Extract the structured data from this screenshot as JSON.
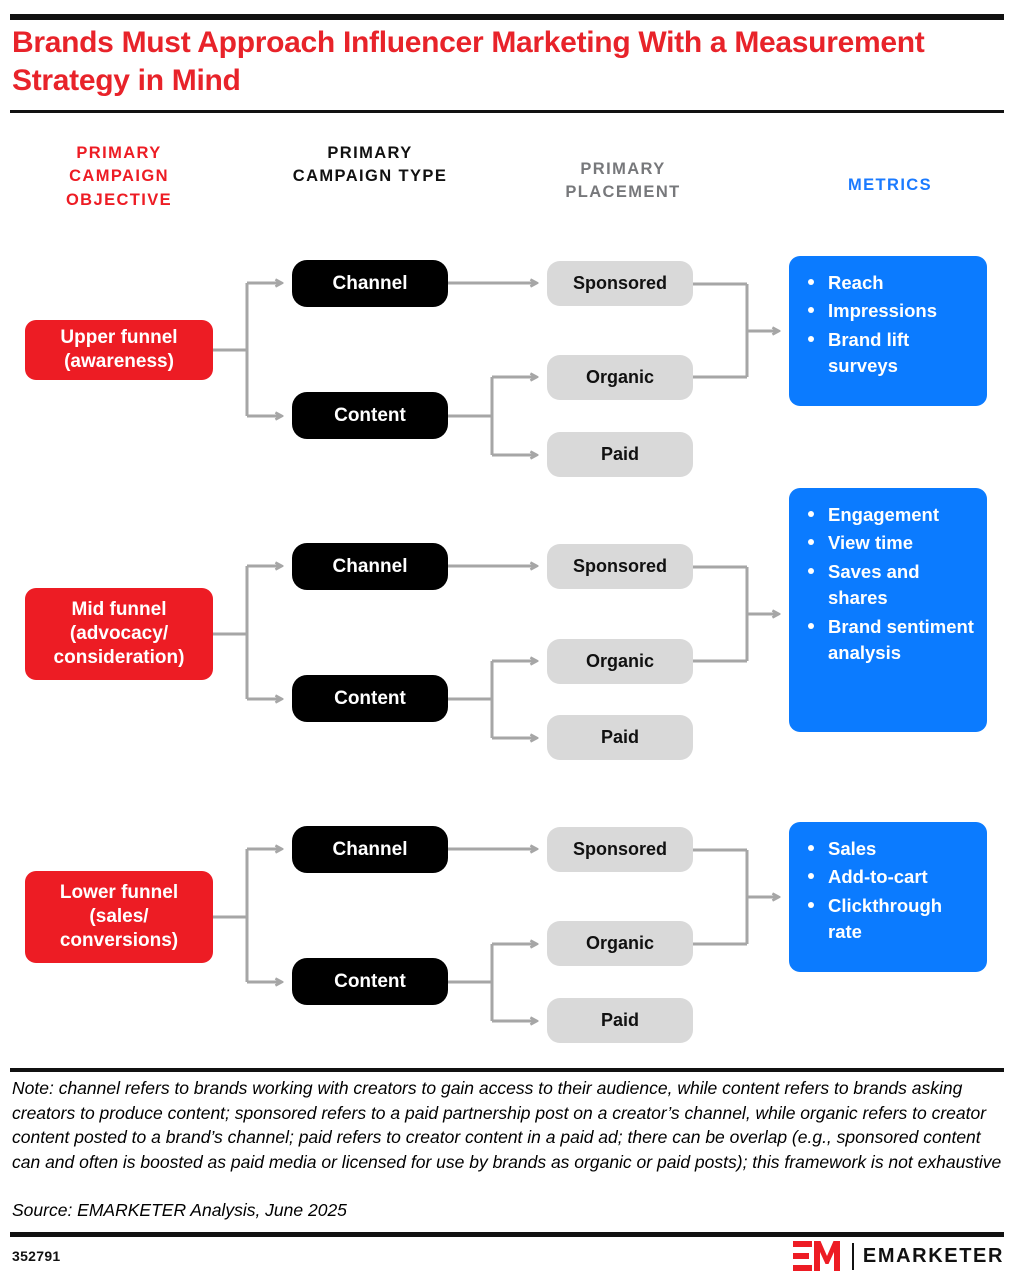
{
  "title": "Brands Must Approach Influencer Marketing With a Measurement Strategy in Mind",
  "headers": {
    "objective": "PRIMARY CAMPAIGN OBJECTIVE",
    "type": "PRIMARY CAMPAIGN TYPE",
    "placement": "PRIMARY PLACEMENT",
    "metrics": "METRICS"
  },
  "colors": {
    "red": "#ed1c24",
    "black": "#000000",
    "gray": "#d9d9d9",
    "blue": "#0b7bff",
    "header_gray": "#77787b",
    "wire": "#a6a6a6"
  },
  "rows": [
    {
      "objective": "Upper funnel (awareness)",
      "types": [
        "Channel",
        "Content"
      ],
      "placements": [
        "Sponsored",
        "Organic",
        "Paid"
      ],
      "metrics": [
        "Reach",
        "Impressions",
        "Brand lift surveys"
      ]
    },
    {
      "objective": "Mid funnel (advocacy/ consideration)",
      "types": [
        "Channel",
        "Content"
      ],
      "placements": [
        "Sponsored",
        "Organic",
        "Paid"
      ],
      "metrics": [
        "Engagement",
        "View time",
        "Saves and shares",
        "Brand sentiment analysis"
      ]
    },
    {
      "objective": "Lower funnel (sales/ conversions)",
      "types": [
        "Channel",
        "Content"
      ],
      "placements": [
        "Sponsored",
        "Organic",
        "Paid"
      ],
      "metrics": [
        "Sales",
        "Add-to-cart",
        "Clickthrough rate"
      ]
    }
  ],
  "note": "Note: channel refers to brands working with creators to gain access to their audience, while content refers to brands asking creators to produce content; sponsored refers to a paid partnership post on a creator’s channel, while organic refers to creator content posted to a brand’s channel; paid refers to creator content in a paid ad; there can be overlap (e.g., sponsored content can and often is boosted as paid media or licensed for use by brands as organic or paid posts); this framework is not exhaustive",
  "source": "Source: EMARKETER Analysis, June 2025",
  "figure_number": "352791",
  "brand": {
    "mark": "EM",
    "name": "EMARKETER"
  }
}
